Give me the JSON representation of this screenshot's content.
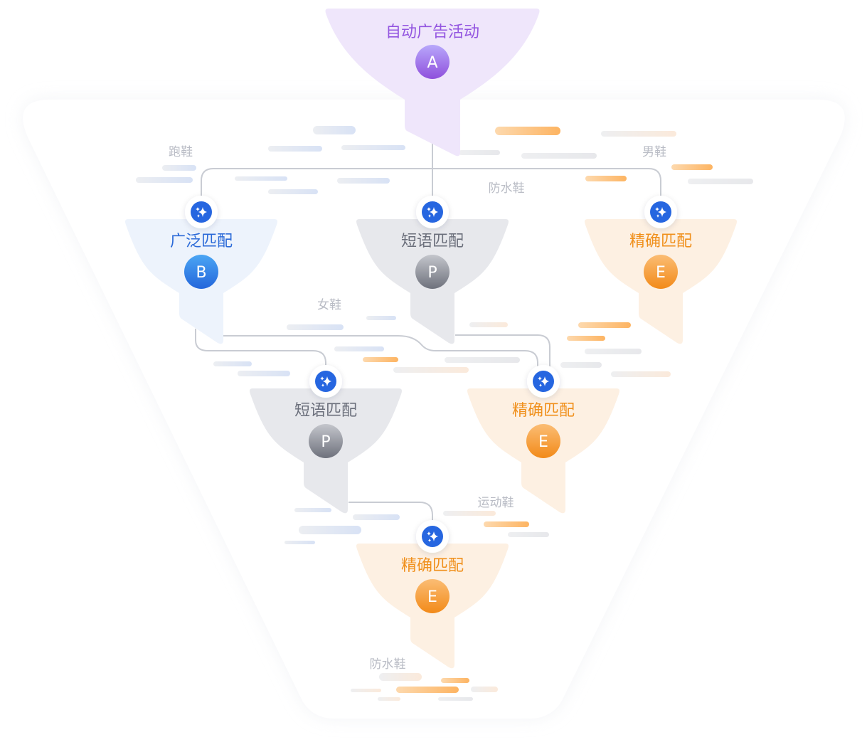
{
  "diagram": {
    "title": "自动广告活动",
    "root": {
      "label": "自动广告活动",
      "badge": "A",
      "theme": "purple"
    },
    "nodes": [
      {
        "id": "broad",
        "label": "广泛匹配",
        "badge": "B",
        "theme": "blue"
      },
      {
        "id": "phrase1",
        "label": "短语匹配",
        "badge": "P",
        "theme": "gray"
      },
      {
        "id": "exact1",
        "label": "精确匹配",
        "badge": "E",
        "theme": "orange"
      },
      {
        "id": "phrase2",
        "label": "短语匹配",
        "badge": "P",
        "theme": "gray"
      },
      {
        "id": "exact2",
        "label": "精确匹配",
        "badge": "E",
        "theme": "orange"
      },
      {
        "id": "exact3",
        "label": "精确匹配",
        "badge": "E",
        "theme": "orange"
      }
    ],
    "keywords": [
      "跑鞋",
      "男鞋",
      "防水鞋",
      "女鞋",
      "运动鞋",
      "防水鞋"
    ],
    "edges": [
      [
        "root",
        "broad"
      ],
      [
        "root",
        "phrase1"
      ],
      [
        "root",
        "exact1"
      ],
      [
        "broad",
        "phrase2"
      ],
      [
        "broad",
        "exact2"
      ],
      [
        "phrase1",
        "exact2"
      ],
      [
        "phrase2",
        "exact3"
      ]
    ],
    "icon": "sparkle-icon",
    "colors": {
      "purple_text": "#9355e0",
      "purple_fill": "#efe6fb",
      "blue_text": "#2b6ad8",
      "blue_fill": "#edf3fc",
      "gray_text": "#6b6f7b",
      "gray_fill": "#e7e8ec",
      "orange_text": "#f0901c",
      "orange_fill": "#fdf0e2",
      "sparkle_bg": "#2666e0",
      "keyword_text": "#b9bcc5",
      "connector": "#c9ccd3"
    }
  }
}
